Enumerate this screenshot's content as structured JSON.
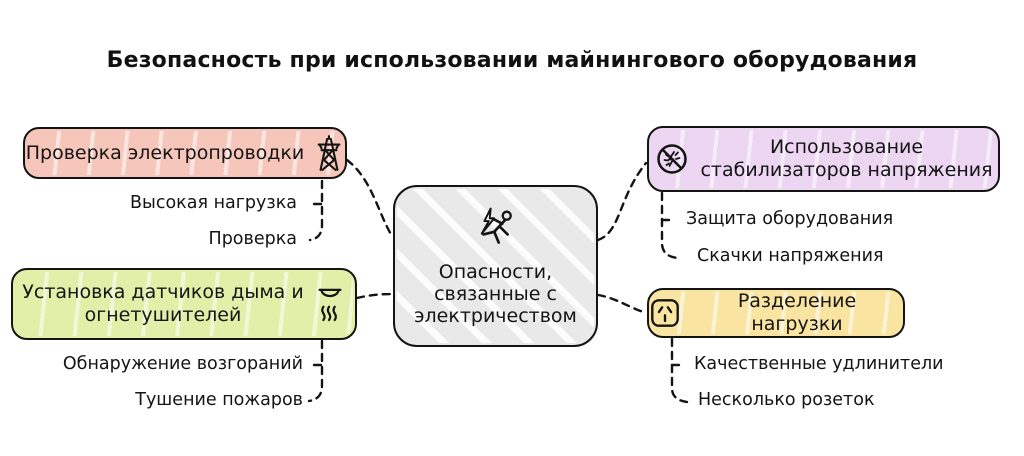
{
  "title": "Безопасность при использовании майнингового оборудования",
  "center_node": {
    "lines": [
      "Опасности,",
      "связанные с",
      "электричеством"
    ],
    "icon": "electrocution-hazard-icon",
    "color": "#E9E9E9"
  },
  "branches": [
    {
      "id": "wiring-check",
      "label": "Проверка электропроводки",
      "icon": "transmission-tower-icon",
      "color": "#F6C6BA",
      "children": [
        "Высокая нагрузка",
        "Проверка"
      ]
    },
    {
      "id": "smoke-detectors",
      "lines": [
        "Установка датчиков дыма и",
        "огнетушителей"
      ],
      "icon": "smoke-detector-icon",
      "color": "#E1EFA9",
      "children": [
        "Обнаружение возгораний",
        "Тушение пожаров"
      ]
    },
    {
      "id": "voltage-stabilizers",
      "lines": [
        "Использование",
        "стабилизаторов напряжения"
      ],
      "icon": "no-surge-icon",
      "color": "#EDD6F2",
      "children": [
        "Защита оборудования",
        "Скачки напряжения"
      ]
    },
    {
      "id": "load-distribution",
      "label": "Разделение нагрузки",
      "icon": "power-socket-icon",
      "color": "#F9E4A2",
      "children": [
        "Качественные удлинители",
        "Несколько розеток"
      ]
    }
  ],
  "outline_color": "#141414"
}
